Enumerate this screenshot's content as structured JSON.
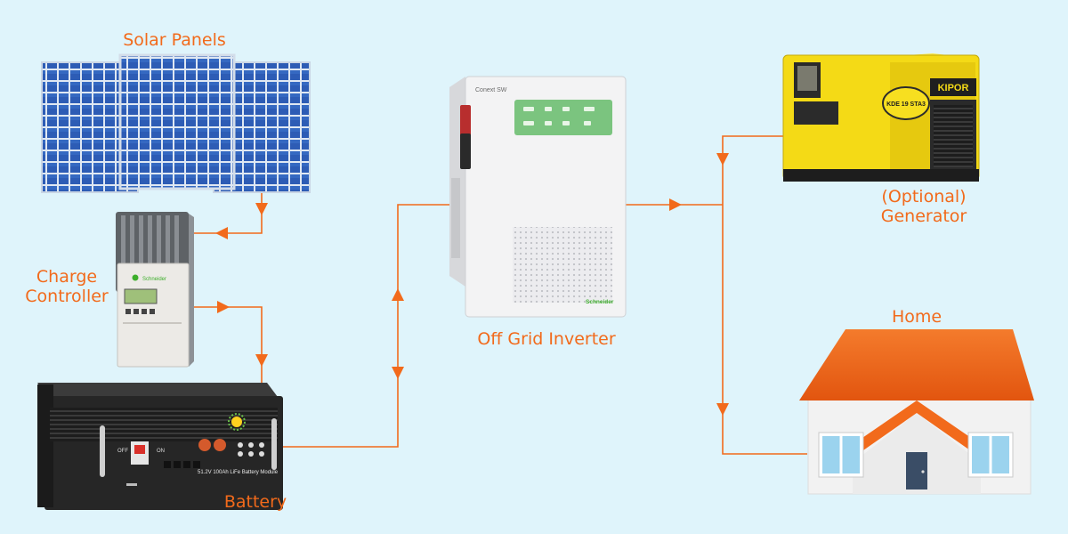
{
  "labels": {
    "solar_panels": "Solar Panels",
    "charge_controller_line1": "Charge",
    "charge_controller_line2": "Controller",
    "battery": "Battery",
    "inverter": "Off Grid Inverter",
    "generator_line1": "(Optional)",
    "generator_line2": "Generator",
    "home": "Home"
  },
  "device_text": {
    "inverter_brand": "Conext SW",
    "inverter_maker": "Schneider",
    "controller_maker": "Schneider",
    "generator_brand": "KIPOR",
    "generator_model": "KDE 19 STA3",
    "battery_module": "51.2V 100Ah LiFe Battery Module",
    "battery_off": "OFF",
    "battery_on": "ON"
  },
  "colors": {
    "background": "#dff4fb",
    "accent": "#f26a1b",
    "panel_blue": "#2f5fb8",
    "generator_yellow": "#f5dd1c",
    "roof_orange": "#f26a1b"
  }
}
